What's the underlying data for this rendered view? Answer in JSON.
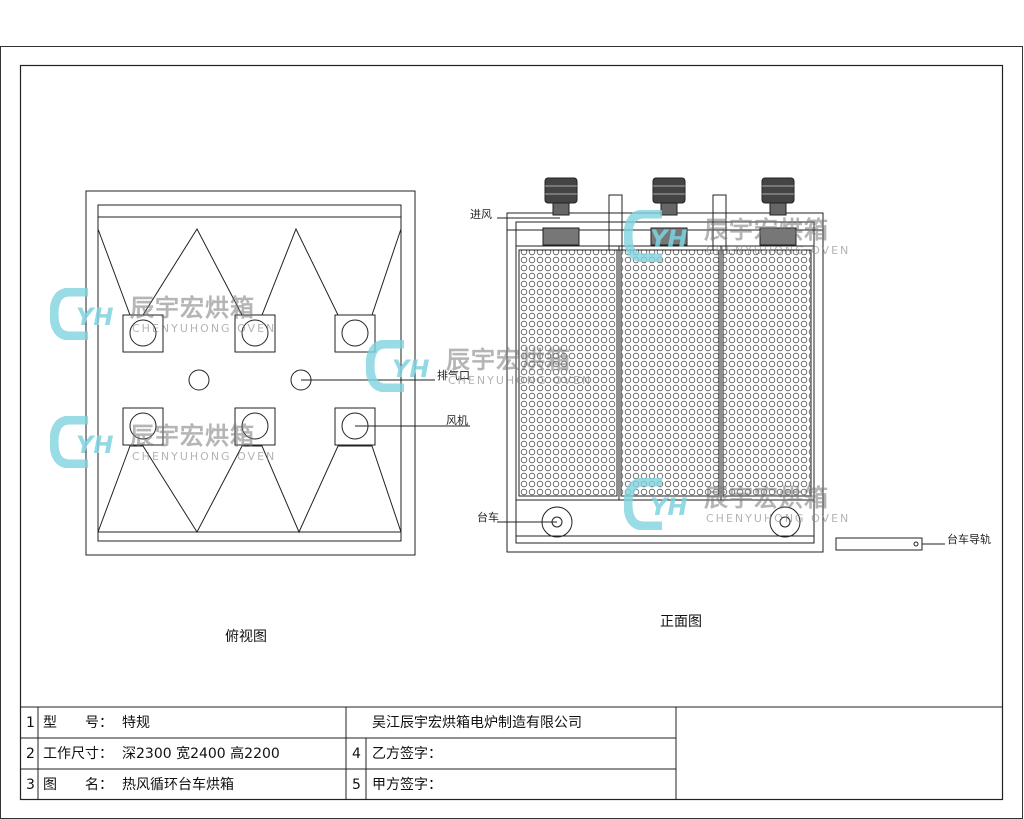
{
  "views": {
    "top_view_title": "俯视图",
    "front_view_title": "正面图"
  },
  "labels": {
    "exhaust_port": "排气口",
    "fan": "风机",
    "air_inlet": "进风",
    "trolley": "台车",
    "trolley_rail": "台车导轨"
  },
  "watermark": {
    "brand": "辰宇宏烘箱",
    "sub": "CHENYUHONG OVEN",
    "logo_text": "YH"
  },
  "title_block": {
    "rows": [
      {
        "num": "1",
        "label": "型　　号：",
        "value": "特规"
      },
      {
        "num": "2",
        "label": "工作尺寸：",
        "value": "深2300 宽2400 高2200"
      },
      {
        "num": "3",
        "label": "图　　名：",
        "value": "热风循环台车烘箱"
      }
    ],
    "company": "吴江辰宇宏烘箱电炉制造有限公司",
    "party_b": {
      "num": "4",
      "label": "乙方签字："
    },
    "party_a": {
      "num": "5",
      "label": "甲方签字："
    }
  },
  "colors": {
    "line": "#222222",
    "watermark_cyan": "#7fd3e0"
  }
}
